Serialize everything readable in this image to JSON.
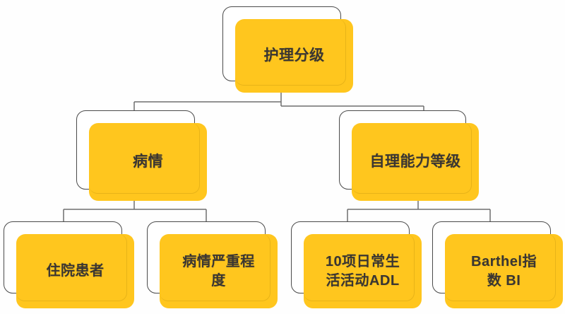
{
  "diagram": {
    "type": "hierarchy-tree",
    "orientation": "top-down",
    "levels": 3,
    "colors": {
      "node_fill": "#FFC61E",
      "node_text": "#3A3632",
      "ghost_fill": "#FFFFFF",
      "ghost_border": "#4A4A4A",
      "connector": "#6E6E6E",
      "background": "#FEFEFE"
    },
    "nodes": {
      "root": {
        "label": "护理分级"
      },
      "condition": {
        "label": "病情"
      },
      "selfcare": {
        "label": "自理能力等级"
      },
      "inpatient": {
        "label": "住院患者"
      },
      "severity": {
        "label": "病情严重程\n度"
      },
      "adl": {
        "label": "10项日常生\n活活动ADL"
      },
      "barthel": {
        "label": "Barthel指\n数 BI"
      }
    },
    "edges": [
      {
        "from": "root",
        "to": "condition"
      },
      {
        "from": "root",
        "to": "selfcare"
      },
      {
        "from": "condition",
        "to": "inpatient"
      },
      {
        "from": "condition",
        "to": "severity"
      },
      {
        "from": "selfcare",
        "to": "adl"
      },
      {
        "from": "selfcare",
        "to": "barthel"
      }
    ]
  }
}
